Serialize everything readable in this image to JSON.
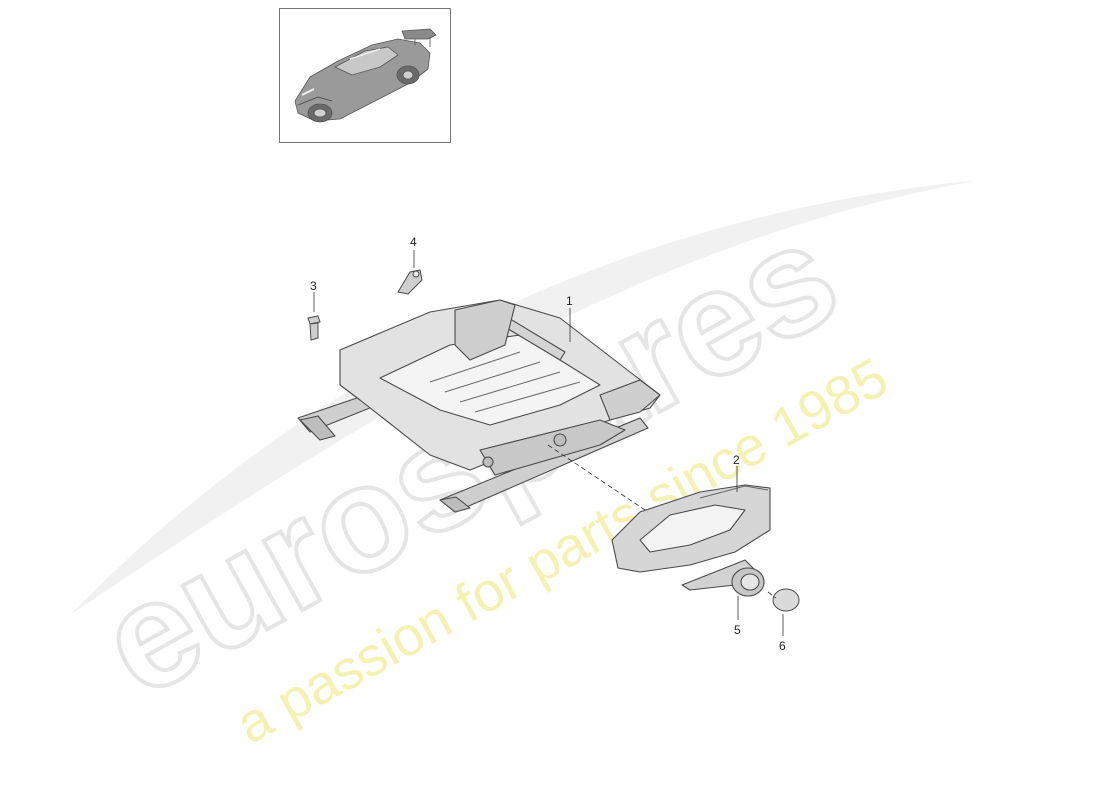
{
  "diagram": {
    "callouts": [
      {
        "id": "1",
        "label": "1"
      },
      {
        "id": "2",
        "label": "2"
      },
      {
        "id": "3",
        "label": "3"
      },
      {
        "id": "4",
        "label": "4"
      },
      {
        "id": "5",
        "label": "5"
      },
      {
        "id": "6",
        "label": "6"
      }
    ]
  },
  "watermark": {
    "logo_text": "eurospares",
    "tagline": "a passion for parts since 1985"
  },
  "colors": {
    "part_fill": "#dcdcdc",
    "part_stroke": "#4a4a4a",
    "watermark_gray": "#e6e6e6",
    "watermark_yellow": "#f3f0a6"
  },
  "icons": {
    "thumbnail": "car-icon"
  }
}
